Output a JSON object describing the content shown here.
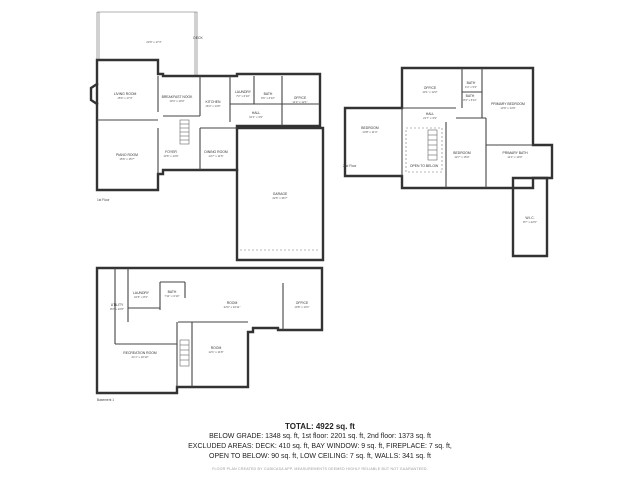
{
  "floors": [
    {
      "id": "first",
      "label": "1st Floor",
      "rooms": [
        {
          "id": "deck",
          "name": "DECK",
          "dims": "23'9\" x 17'3\""
        },
        {
          "id": "living",
          "name": "LIVING ROOM",
          "dims": "15'6\" x 17'3\""
        },
        {
          "id": "breakfast",
          "name": "BREAKFAST NOOK",
          "dims": "10'4\" x 10'0\""
        },
        {
          "id": "kitchen",
          "name": "KITCHEN",
          "dims": "16'4\" x 14'6\""
        },
        {
          "id": "laundry",
          "name": "LAUNDRY",
          "dims": "7'2\" x 6'10\""
        },
        {
          "id": "bath1",
          "name": "BATH",
          "dims": "6'6\" x 6'10\""
        },
        {
          "id": "office1",
          "name": "OFFICE",
          "dims": "11'4\" x 12'1\""
        },
        {
          "id": "hall1",
          "name": "HALL",
          "dims": "10'1\" x 3'9\""
        },
        {
          "id": "piano",
          "name": "PIANO ROOM",
          "dims": "15'6\" x 15'7\""
        },
        {
          "id": "foyer",
          "name": "FOYER",
          "dims": "13'6\" x 14'6\""
        },
        {
          "id": "dining",
          "name": "DINING ROOM",
          "dims": "14'7\" x 11'5\""
        },
        {
          "id": "garage",
          "name": "GARAGE",
          "dims": "22'6\" x 36'7\""
        }
      ]
    },
    {
      "id": "second",
      "label": "2nd Floor",
      "rooms": [
        {
          "id": "office2",
          "name": "OFFICE",
          "dims": "13'1\" x 12'2\""
        },
        {
          "id": "bath2a",
          "name": "BATH",
          "dims": "4'4\" x 5'3\""
        },
        {
          "id": "bath2b",
          "name": "BATH",
          "dims": "8'4\" x 6'11\""
        },
        {
          "id": "primary_bed",
          "name": "PRIMARY BEDROOM",
          "dims": "13'9\" x 14'9\""
        },
        {
          "id": "bed2",
          "name": "BEDROOM",
          "dims": "13'8\" x 11'4\""
        },
        {
          "id": "hall2",
          "name": "HALL",
          "dims": "21'7\" x 3'9\""
        },
        {
          "id": "open_below",
          "name": "OPEN TO BELOW",
          "dims": ""
        },
        {
          "id": "bed3",
          "name": "BEDROOM",
          "dims": "12'7\" x 15'0\""
        },
        {
          "id": "primary_bath",
          "name": "PRIMARY BATH",
          "dims": "11'4\" x 10'0\""
        },
        {
          "id": "wic",
          "name": "W.I.C.",
          "dims": "8'7\" x 22'6\""
        }
      ]
    },
    {
      "id": "basement",
      "label": "Basement 1",
      "rooms": [
        {
          "id": "laundry_b",
          "name": "LAUNDRY",
          "dims": "10'6\" x 8'3\""
        },
        {
          "id": "bath_b",
          "name": "BATH",
          "dims": "7'11\" x 6'10\""
        },
        {
          "id": "room_b1",
          "name": "ROOM",
          "dims": "22'6\" x 16'11\""
        },
        {
          "id": "office_b",
          "name": "OFFICE",
          "dims": "10'8\" x 13'1\""
        },
        {
          "id": "utility",
          "name": "UTILITY",
          "dims": "8'3\" x 10'8\""
        },
        {
          "id": "recreation",
          "name": "RECREATION ROOM",
          "dims": "21'1\" x 16'10\""
        },
        {
          "id": "room_b2",
          "name": "ROOM",
          "dims": "12'1\" x 11'8\""
        }
      ]
    }
  ],
  "summary": {
    "total": "TOTAL: 4922 sq. ft",
    "line1": "BELOW GRADE: 1348 sq. ft, 1st floor: 2201 sq. ft, 2nd floor: 1373 sq. ft",
    "line2": "EXCLUDED AREAS: DECK: 410 sq. ft, BAY WINDOW: 9 sq. ft, FIREPLACE: 7 sq. ft,",
    "line3": "OPEN TO BELOW: 90 sq. ft, LOW CEILING: 7 sq. ft, WALLS: 341 sq. ft",
    "disclaimer": "FLOOR PLAN CREATED BY CUBICASA APP. MEASUREMENTS DEEMED HIGHLY RELIABLE BUT NOT GUARANTEED."
  }
}
